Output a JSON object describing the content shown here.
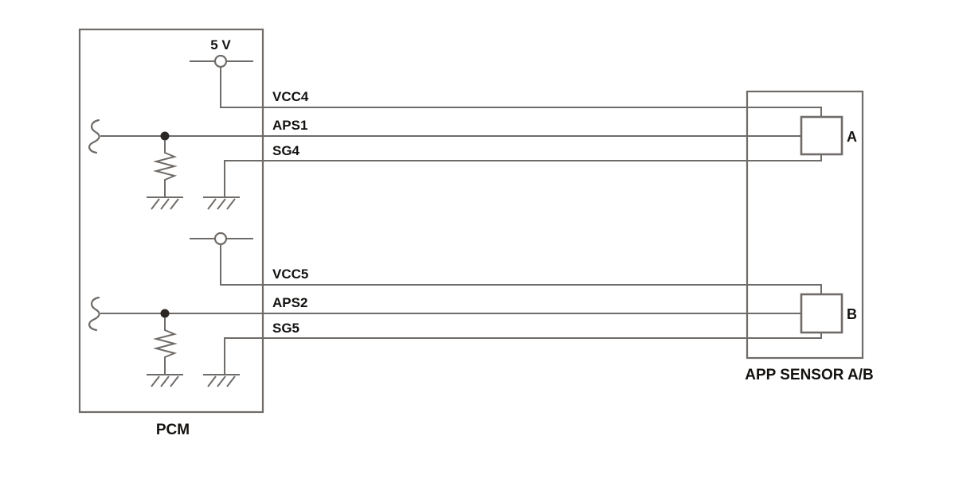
{
  "colors": {
    "line": "#6f6b68",
    "text": "#141210",
    "background": "#ffffff"
  },
  "pcm": {
    "label": "PCM",
    "supply_label": "5 V"
  },
  "app_sensor": {
    "label": "APP SENSOR A/B",
    "connector_a": "A",
    "connector_b": "B"
  },
  "wire_labels": {
    "vcc4": "VCC4",
    "aps1": "APS1",
    "sg4": "SG4",
    "vcc5": "VCC5",
    "aps2": "APS2",
    "sg5": "SG5"
  }
}
